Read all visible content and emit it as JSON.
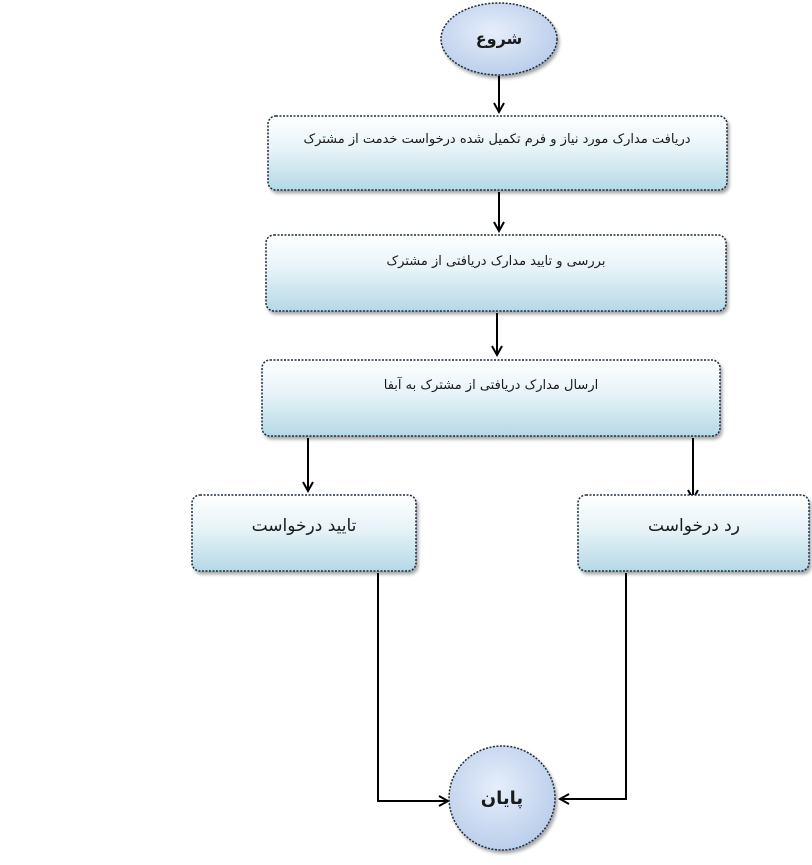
{
  "flowchart": {
    "start": "شروع",
    "steps": [
      "دریافت مدارک مورد نیاز و فرم تکمیل شده درخواست خدمت از مشترک",
      "بررسی و تایید مدارک دریافتی از مشترک",
      "ارسال مدارک دریافتی از مشترک به آبفا"
    ],
    "approve": "تایید درخواست",
    "reject": "رد درخواست",
    "end": "پایان"
  },
  "colors": {
    "box_fill_top": "#ffffff",
    "box_fill_bottom": "#b9dbe8",
    "oval_fill": "#c7d9f0",
    "border": "#1f2f3f",
    "arrow": "#000000"
  }
}
